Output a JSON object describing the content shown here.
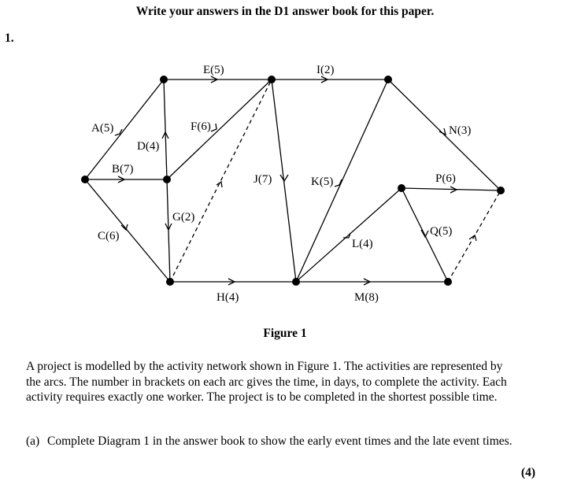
{
  "header": {
    "instruction": "Write your answers in the D1 answer book for this paper."
  },
  "question": {
    "number": "1."
  },
  "figure": {
    "caption": "Figure 1",
    "labels": {
      "A": "A(5)",
      "B": "B(7)",
      "C": "C(6)",
      "D": "D(4)",
      "E": "E(5)",
      "F": "F(6)",
      "G": "G(2)",
      "H": "H(4)",
      "I": "I(2)",
      "J": "J(7)",
      "K": "K(5)",
      "L": "L(4)",
      "M": "M(8)",
      "N": "N(3)",
      "P": "P(6)",
      "Q": "Q(5)"
    }
  },
  "body": {
    "paragraph": "A project is modelled by the activity network shown in Figure 1. The activities are represented by the arcs. The number in brackets on each arc gives the time, in days, to complete the activity. Each activity requires exactly one worker. The project is to be completed in the shortest possible time.",
    "part_a_label": "(a)",
    "part_a_text": "Complete Diagram 1 in the answer book to show the early event times and the late event times.",
    "part_a_marks": "(4)"
  }
}
